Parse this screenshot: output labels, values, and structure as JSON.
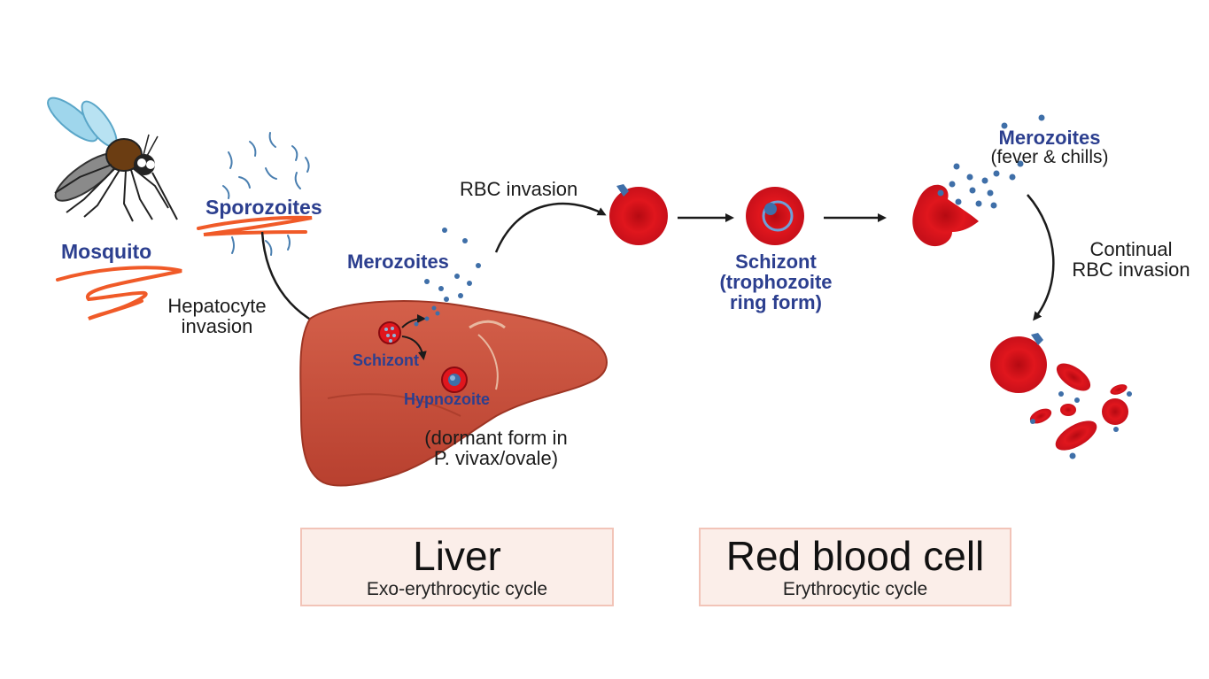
{
  "labels": {
    "mosquito": "Mosquito",
    "sporozoites": "Sporozoites",
    "hepatocyte_invasion": [
      "Hepatocyte",
      "invasion"
    ],
    "merozoites_liver": "Merozoites",
    "schizont_liver": "Schizont",
    "hypnozoite": "Hypnozoite",
    "dormant_note": [
      "(dormant form in",
      "P. vivax/ovale)"
    ],
    "rbc_invasion": "RBC invasion",
    "schizont_rbc": [
      "Schizont",
      "(trophozoite",
      "ring form)"
    ],
    "merozoites_rbc": "Merozoites",
    "fever_chills": "(fever & chills)",
    "continual_invasion": [
      "Continual",
      "RBC invasion"
    ]
  },
  "panels": {
    "liver": {
      "title": "Liver",
      "subtitle": "Exo-erythrocytic cycle"
    },
    "rbc": {
      "title": "Red blood cell",
      "subtitle": "Erythrocytic cycle"
    }
  },
  "colors": {
    "label_blue": "#2c3f8f",
    "underline_orange": "#f05a28",
    "liver_red": "#c9513d",
    "rbc_red": "#e0161d",
    "parasite_blue": "#3f6fa8",
    "panel_fill": "#fbeee9",
    "panel_border": "#f2c4b8"
  }
}
